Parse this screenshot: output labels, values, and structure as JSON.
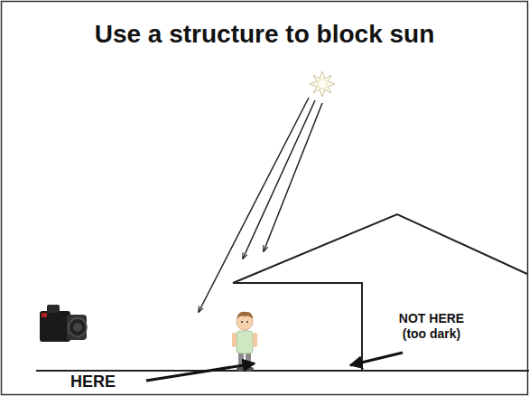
{
  "diagram": {
    "title": "Use a structure to block sun",
    "labels": [
      "NOT HERE (too dark)",
      "HERE"
    ]
  }
}
